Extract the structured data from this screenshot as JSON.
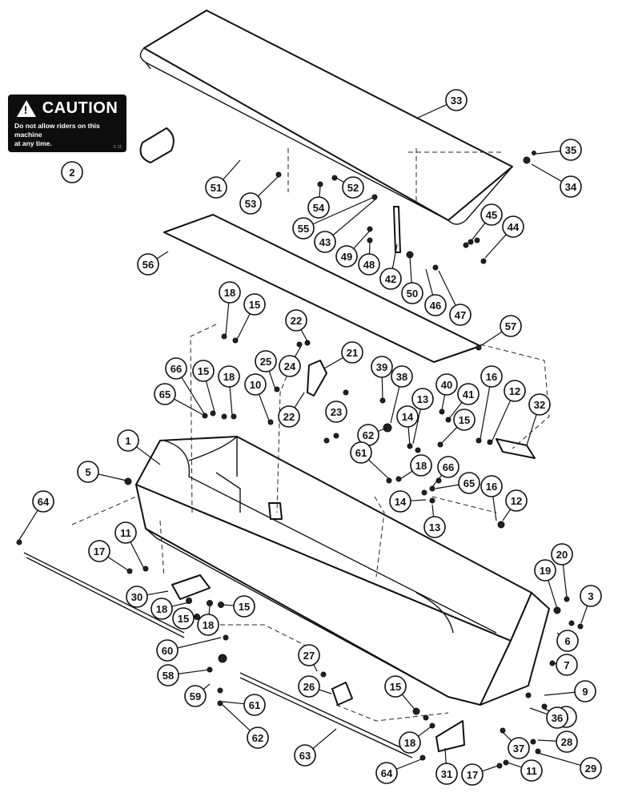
{
  "decal": {
    "title": "CAUTION",
    "line1": "Do not allow riders on this machine",
    "line2": "at any time."
  },
  "colors": {
    "ink": "#111111",
    "paper": "#ffffff",
    "decal": "#0d0d0d"
  },
  "callouts": [
    {
      "label": "2"
    },
    {
      "label": "33"
    },
    {
      "label": "35"
    },
    {
      "label": "34"
    },
    {
      "label": "51"
    },
    {
      "label": "52"
    },
    {
      "label": "53"
    },
    {
      "label": "54"
    },
    {
      "label": "55"
    },
    {
      "label": "43"
    },
    {
      "label": "45"
    },
    {
      "label": "44"
    },
    {
      "label": "49"
    },
    {
      "label": "48"
    },
    {
      "label": "42"
    },
    {
      "label": "50"
    },
    {
      "label": "46"
    },
    {
      "label": "47"
    },
    {
      "label": "56"
    },
    {
      "label": "18"
    },
    {
      "label": "15"
    },
    {
      "label": "22"
    },
    {
      "label": "57"
    },
    {
      "label": "25"
    },
    {
      "label": "24"
    },
    {
      "label": "21"
    },
    {
      "label": "66"
    },
    {
      "label": "15"
    },
    {
      "label": "18"
    },
    {
      "label": "10"
    },
    {
      "label": "39"
    },
    {
      "label": "38"
    },
    {
      "label": "40"
    },
    {
      "label": "41"
    },
    {
      "label": "16"
    },
    {
      "label": "12"
    },
    {
      "label": "65"
    },
    {
      "label": "22"
    },
    {
      "label": "23"
    },
    {
      "label": "13"
    },
    {
      "label": "32"
    },
    {
      "label": "14"
    },
    {
      "label": "15"
    },
    {
      "label": "62"
    },
    {
      "label": "1"
    },
    {
      "label": "61"
    },
    {
      "label": "18"
    },
    {
      "label": "66"
    },
    {
      "label": "5"
    },
    {
      "label": "65"
    },
    {
      "label": "14"
    },
    {
      "label": "16"
    },
    {
      "label": "12"
    },
    {
      "label": "64"
    },
    {
      "label": "13"
    },
    {
      "label": "11"
    },
    {
      "label": "17"
    },
    {
      "label": "20"
    },
    {
      "label": "19"
    },
    {
      "label": "3"
    },
    {
      "label": "30"
    },
    {
      "label": "18"
    },
    {
      "label": "15"
    },
    {
      "label": "18"
    },
    {
      "label": "15"
    },
    {
      "label": "6"
    },
    {
      "label": "60"
    },
    {
      "label": "7"
    },
    {
      "label": "27"
    },
    {
      "label": "58"
    },
    {
      "label": "26"
    },
    {
      "label": "59"
    },
    {
      "label": "61"
    },
    {
      "label": "15"
    },
    {
      "label": "9"
    },
    {
      "label": "5"
    },
    {
      "label": "36"
    },
    {
      "label": "62"
    },
    {
      "label": "28"
    },
    {
      "label": "18"
    },
    {
      "label": "37"
    },
    {
      "label": "63"
    },
    {
      "label": "29"
    },
    {
      "label": "64"
    },
    {
      "label": "31"
    },
    {
      "label": "17"
    },
    {
      "label": "11"
    }
  ]
}
